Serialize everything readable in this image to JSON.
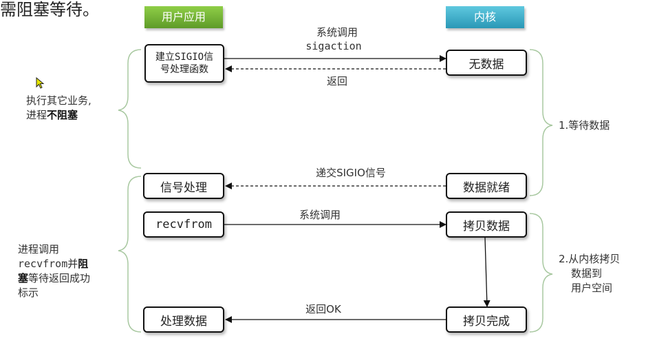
{
  "top_text": "需阻塞等待。",
  "headers": {
    "user_app": "用户应用",
    "kernel": "内核"
  },
  "boxes": {
    "create_sigio_line1": "建立SIGIO信",
    "create_sigio_line2": "号处理函数",
    "no_data": "无数据",
    "signal_handling": "信号处理",
    "data_ready": "数据就绪",
    "recvfrom": "recvfrom",
    "copy_data": "拷贝数据",
    "process_data": "处理数据",
    "copy_done": "拷贝完成"
  },
  "arrow_labels": {
    "syscall_1_line1": "系统调用",
    "syscall_1_line2": "sigaction",
    "return_1": "返回",
    "deliver_sigio": "递交SIGIO信号",
    "syscall_2": "系统调用",
    "return_ok": "返回OK"
  },
  "left_notes": {
    "note1_line1": "执行其它业务,",
    "note1_line2_prefix": "进程",
    "note1_line2_bold": "不阻塞",
    "note2_line1": "进程调用",
    "note2_line2_prefix": "recvfrom并",
    "note2_line2_bold": "阻",
    "note2_line3_bold": "塞",
    "note2_line3_rest": "等待返回成功",
    "note2_line4": "标示"
  },
  "right_notes": {
    "phase1": "1.等待数据",
    "phase2_line1": "2.从内核拷贝",
    "phase2_line2": "数据到",
    "phase2_line3": "用户空间"
  },
  "colors": {
    "user_header": "#6fae33",
    "kernel_header": "#3aadc9",
    "brace": "#a8c8a0"
  }
}
